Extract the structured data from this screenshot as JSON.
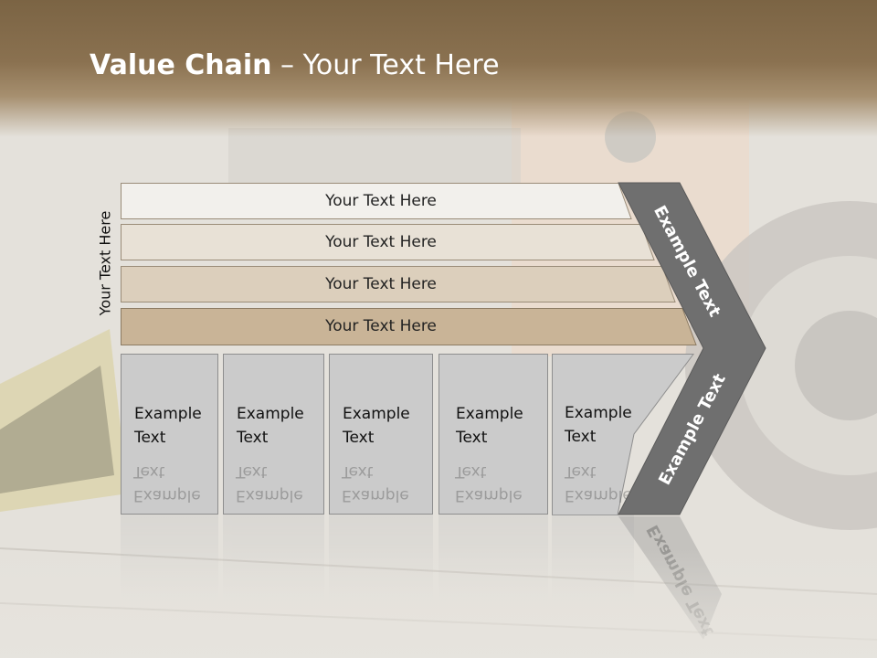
{
  "slide": {
    "title_bold": "Value Chain",
    "title_rest": " – Your Text Here",
    "side_label": "Your Text Here"
  },
  "bars": [
    {
      "label": "Your Text Here",
      "fill": "#f2f0ec"
    },
    {
      "label": "Your Text Here",
      "fill": "#e8e1d6"
    },
    {
      "label": "Your Text Here",
      "fill": "#dccfbc"
    },
    {
      "label": "Your Text Here",
      "fill": "#c9b497"
    }
  ],
  "boxes": [
    {
      "line1": "Example",
      "line2": "Text"
    },
    {
      "line1": "Example",
      "line2": "Text"
    },
    {
      "line1": "Example",
      "line2": "Text"
    },
    {
      "line1": "Example",
      "line2": "Text"
    },
    {
      "line1": "Example",
      "line2": "Text"
    }
  ],
  "chevron": {
    "upper_label": "Example Text",
    "lower_label": "Example Text",
    "color": "#6f6f6f"
  }
}
